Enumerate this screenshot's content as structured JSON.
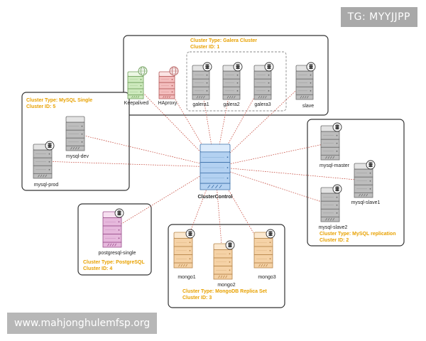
{
  "colors": {
    "gray": {
      "top": "#e3e3e3",
      "body": "#bdbdbd",
      "stroke": "#6c6c6c"
    },
    "green": {
      "top": "#ecf7e4",
      "body": "#cde9bd",
      "stroke": "#6f9f5a"
    },
    "red": {
      "top": "#fbe4e4",
      "body": "#f3bdbd",
      "stroke": "#b55a5a"
    },
    "blue": {
      "top": "#dcebfb",
      "body": "#b3d1f1",
      "stroke": "#3a6ea8"
    },
    "pink": {
      "top": "#f6dff0",
      "body": "#e6b8dc",
      "stroke": "#9a4f8c"
    },
    "orange": {
      "top": "#fbe8cf",
      "body": "#f5d2a6",
      "stroke": "#b7854a"
    },
    "caption": "#e8a100",
    "line": "#c0392b"
  },
  "overlay": {
    "tg": "TG: MYYJJPP",
    "url": "www.mahjonghulemfsp.org"
  },
  "hub": {
    "label": "ClusterControl"
  },
  "clusters": {
    "galera": {
      "type_text": "Cluster Type: Galera Cluster",
      "id_text": "Cluster ID: 1",
      "nodes": [
        {
          "key": "keepalived",
          "label": "Keepalived",
          "color": "green",
          "db": false,
          "globe": true
        },
        {
          "key": "haproxy",
          "label": "HAproxy",
          "color": "red",
          "db": false,
          "globe": true
        },
        {
          "key": "galera1",
          "label": "galera1",
          "color": "gray",
          "db": true,
          "globe": false
        },
        {
          "key": "galera2",
          "label": "galera2",
          "color": "gray",
          "db": true,
          "globe": false
        },
        {
          "key": "galera3",
          "label": "galera3",
          "color": "gray",
          "db": true,
          "globe": false
        },
        {
          "key": "slave",
          "label": "slave",
          "color": "gray",
          "db": true,
          "globe": false
        }
      ]
    },
    "mysql_single": {
      "type_text": "Cluster Type: MySQL Single",
      "id_text": "Cluster ID: 5",
      "nodes": [
        {
          "key": "mysql_dev",
          "label": "mysql-dev",
          "color": "gray",
          "db": false,
          "globe": false
        },
        {
          "key": "mysql_prod",
          "label": "mysql-prod",
          "color": "gray",
          "db": true,
          "globe": false
        }
      ]
    },
    "mysql_replication": {
      "type_text": "Cluster Type: MySQL replication",
      "id_text": "Cluster ID: 2",
      "nodes": [
        {
          "key": "mysql_master",
          "label": "mysql-master",
          "color": "gray",
          "db": true,
          "globe": false
        },
        {
          "key": "mysql_slave1",
          "label": "mysql-slave1",
          "color": "gray",
          "db": true,
          "globe": false
        },
        {
          "key": "mysql_slave2",
          "label": "mysql-slave2",
          "color": "gray",
          "db": true,
          "globe": false
        }
      ]
    },
    "postgresql": {
      "type_text": "Cluster Type: PostgreSQL",
      "id_text": "Cluster ID: 4",
      "nodes": [
        {
          "key": "pg_single",
          "label": "postgresql-single",
          "color": "pink",
          "db": true,
          "globe": false
        }
      ]
    },
    "mongodb": {
      "type_text": "Cluster Type: MongoDB Replica Set",
      "id_text": "Cluster ID: 3",
      "nodes": [
        {
          "key": "mongo1",
          "label": "mongo1",
          "color": "orange",
          "db": true,
          "globe": false
        },
        {
          "key": "mongo2",
          "label": "mongo2",
          "color": "orange",
          "db": true,
          "globe": false
        },
        {
          "key": "mongo3",
          "label": "mongo3",
          "color": "orange",
          "db": true,
          "globe": false
        }
      ]
    }
  }
}
